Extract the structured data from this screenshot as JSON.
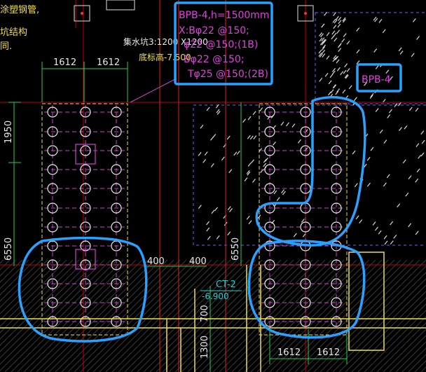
{
  "left_notes": [
    "涂塑钢管,",
    "坑结构",
    "同."
  ],
  "sump_label": "集水坑3:1200 X1200",
  "bottom_elev_label": "底标高-7.500",
  "dimensions": {
    "left_top_a": "1612",
    "left_top_b": "1612",
    "left_side_top": "1950",
    "left_side_bottom": "6550",
    "mid_side": "6550",
    "mid_a": "400",
    "mid_b": "400",
    "ct_vert_a": "700",
    "ct_vert_b": "1300",
    "right_bottom_a": "1612",
    "right_bottom_b": "1612"
  },
  "callout": {
    "line1": "BPB-4,h=1500mm",
    "line2": "X:Bφ22 @150;",
    "line3": "φ22 @150;(1B)",
    "line4": "Bφ22 @150;",
    "line5": "Tφ25 @150;(2B)"
  },
  "bpb_tag": "BPB-4",
  "ct_tag": "CT-2",
  "ct_elev": "-6.900",
  "colors": {
    "background": "#000000",
    "grid_red": "#c00000",
    "pile_magenta": "#d040d0",
    "yellow": "#f0e040",
    "annotation_blue": "#2aa0ff",
    "cyan": "#20d0d0"
  }
}
